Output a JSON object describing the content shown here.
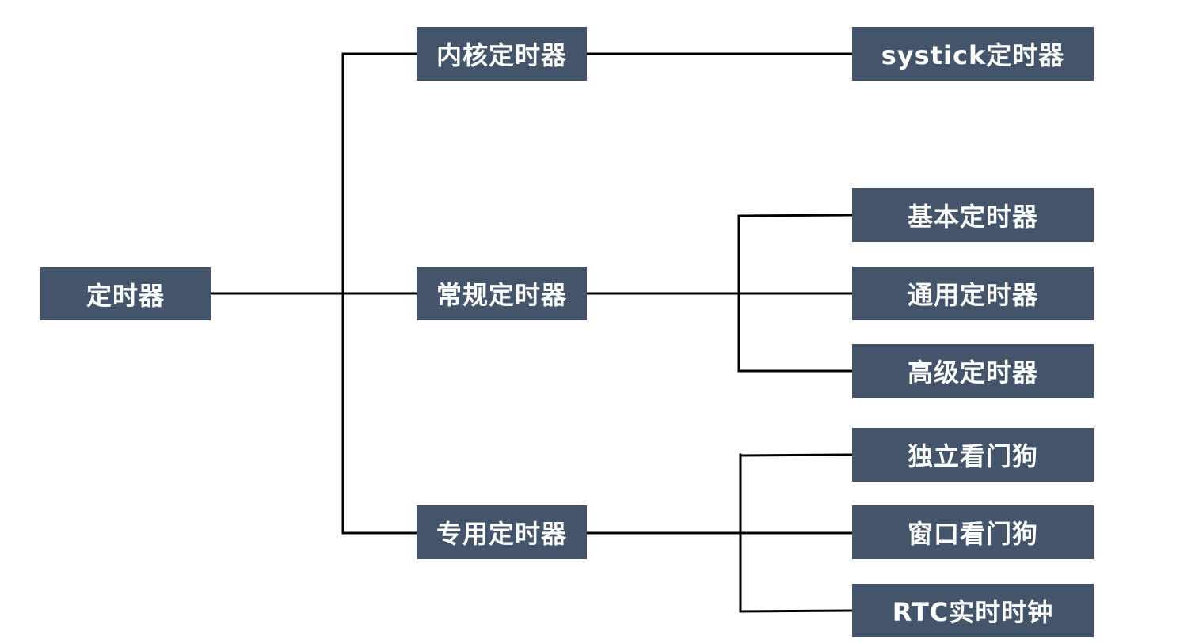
{
  "diagram": {
    "root": {
      "label": "定时器"
    },
    "branches": [
      {
        "label": "内核定时器",
        "children": [
          {
            "label": "systick定时器"
          }
        ]
      },
      {
        "label": "常规定时器",
        "children": [
          {
            "label": "基本定时器"
          },
          {
            "label": "通用定时器"
          },
          {
            "label": "高级定时器"
          }
        ]
      },
      {
        "label": "专用定时器",
        "children": [
          {
            "label": "独立看门狗"
          },
          {
            "label": "窗口看门狗"
          },
          {
            "label": "RTC实时时钟"
          }
        ]
      }
    ],
    "colors": {
      "node_fill": "#44546a",
      "node_text": "#ffffff",
      "connector": "#000000",
      "background": "#ffffff"
    }
  }
}
